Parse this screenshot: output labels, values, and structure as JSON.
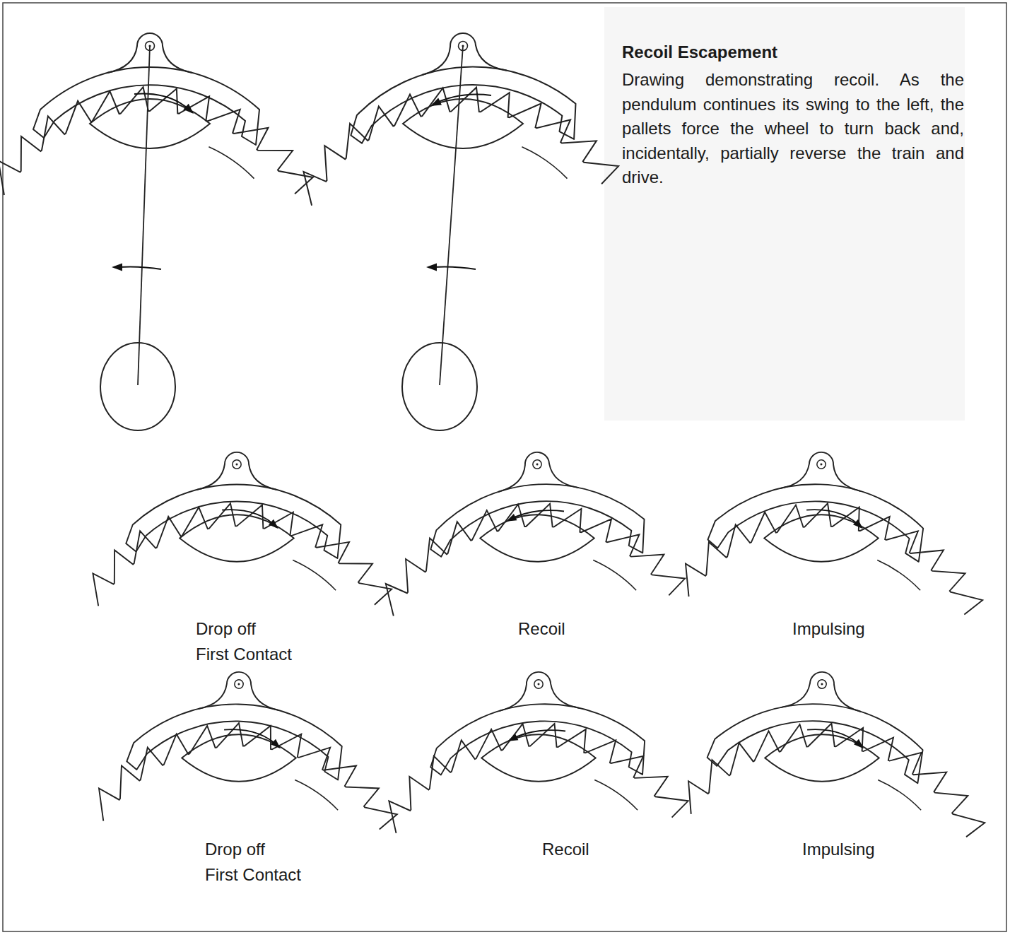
{
  "diagram": {
    "title": "Recoil Escapement",
    "caption": "Drawing demonstrating recoil. As the pendulum continues its swing to the left, the pallets force the wheel to turn back and, incidentally, partially reverse the train and drive.",
    "labels": [
      "Drop off First Contact",
      "Recoil",
      "Impulsing",
      "Drop off First Contact",
      "Recoil",
      "Impulsing"
    ]
  }
}
